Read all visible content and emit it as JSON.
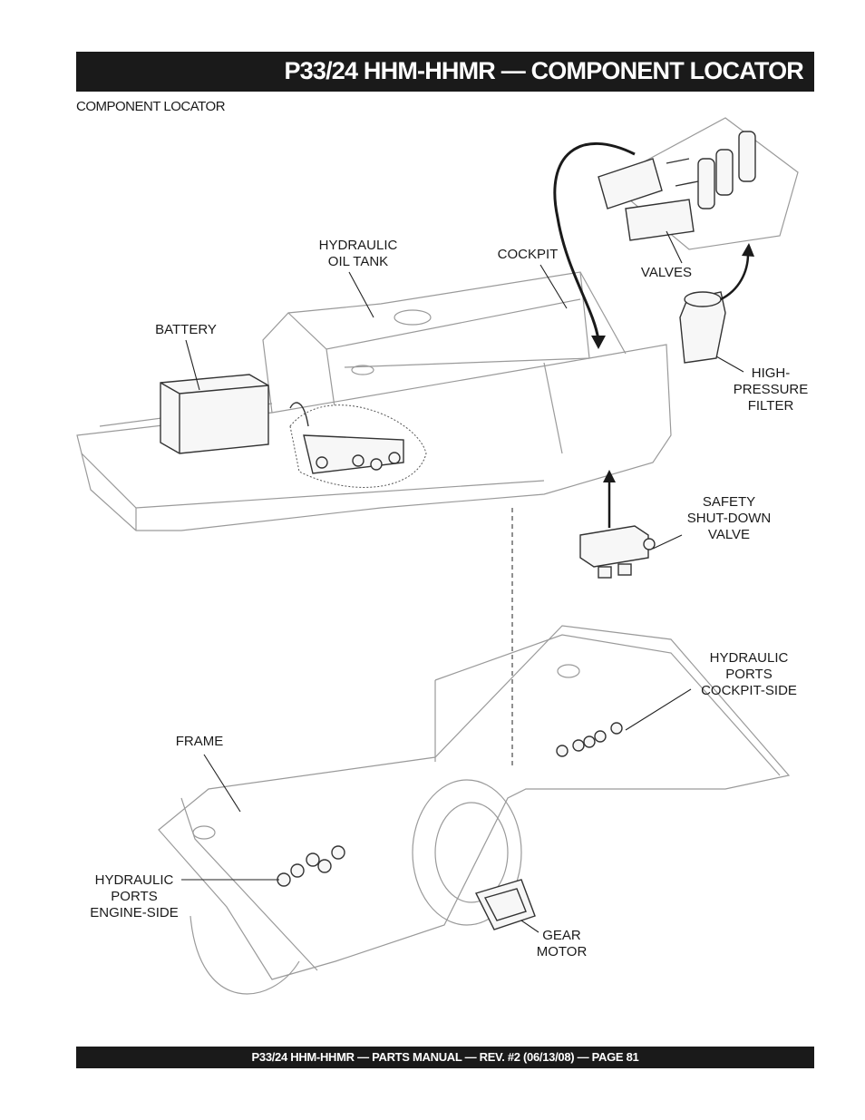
{
  "header": {
    "title": "P33/24 HHM-HHMR — COMPONENT LOCATOR"
  },
  "section": {
    "heading": "COMPONENT LOCATOR"
  },
  "callouts": {
    "hydraulic_oil_tank": [
      "HYDRAULIC",
      "OIL TANK"
    ],
    "cockpit": [
      "COCKPIT"
    ],
    "battery": [
      "BATTERY"
    ],
    "valves": [
      "VALVES"
    ],
    "high_pressure_filter": [
      "HIGH-",
      "PRESSURE",
      "FILTER"
    ],
    "safety_shutdown_valve": [
      "SAFETY",
      "SHUT-DOWN",
      "VALVE"
    ],
    "hydraulic_ports_cockpit_side": [
      "HYDRAULIC",
      "PORTS",
      "COCKPIT-SIDE"
    ],
    "frame": [
      "FRAME"
    ],
    "hydraulic_ports_engine_side": [
      "HYDRAULIC",
      "PORTS",
      "ENGINE-SIDE"
    ],
    "gear_motor": [
      "GEAR",
      "MOTOR"
    ]
  },
  "footer": {
    "text": "P33/24 HHM-HHMR — PARTS MANUAL — REV. #2 (06/13/08) — PAGE 81"
  }
}
